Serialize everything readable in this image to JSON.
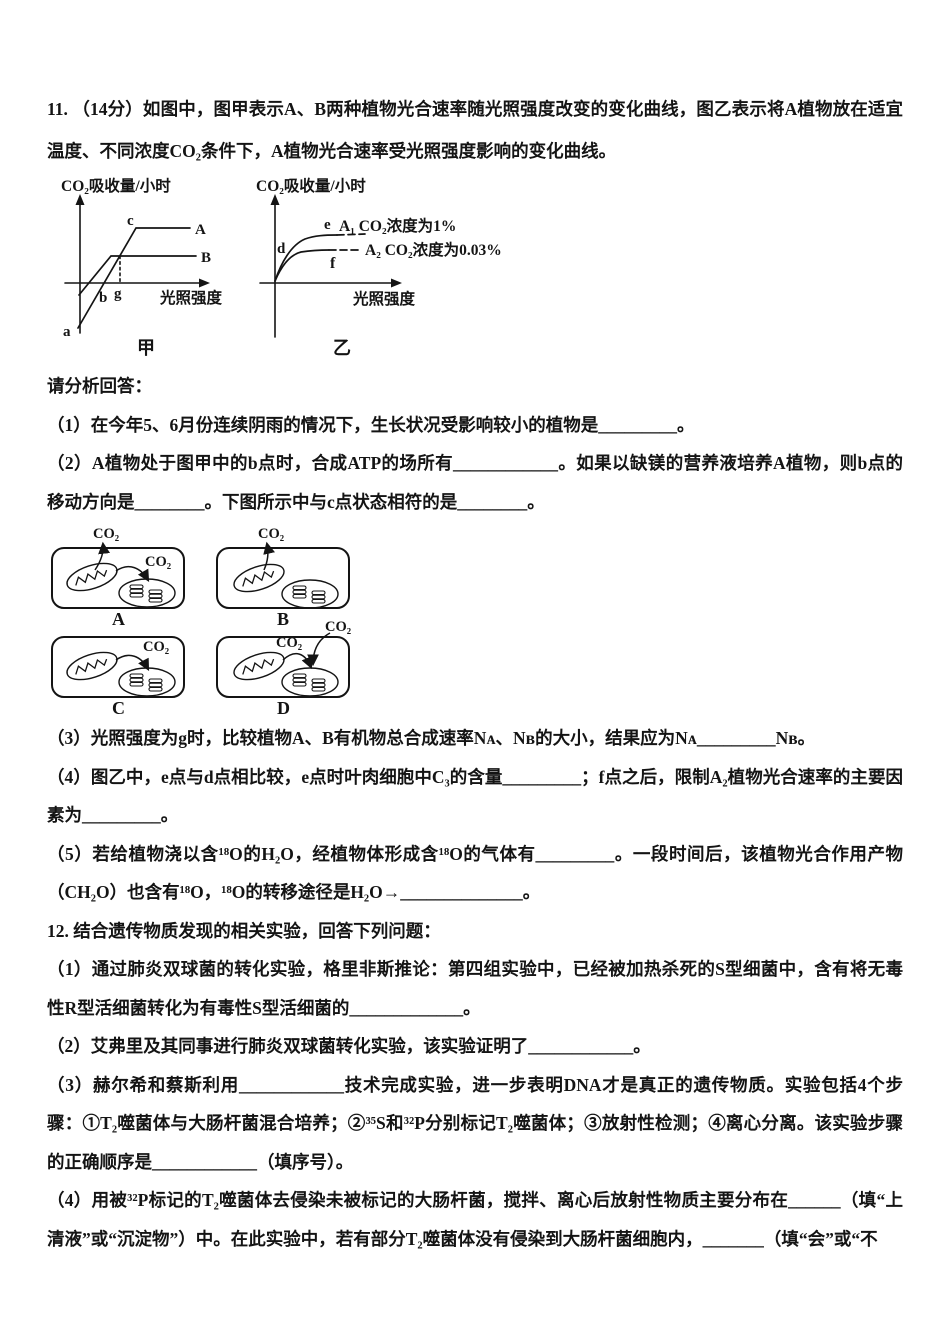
{
  "q11": {
    "stem": "11. （14分）如图中，图甲表示A、B两种植物光合速率随光照强度改变的变化曲线，图乙表示将A植物放在适宜温度、不同浓度CO₂条件下，A植物光合速率受光照强度影响的变化曲线。",
    "prompt": "请分析回答：",
    "item1": "（1）在今年5、6月份连续阴雨的情况下，生长状况受影响较小的植物是_________。",
    "item2": "（2）A植物处于图甲中的b点时，合成ATP的场所有____________。如果以缺镁的营养液培养A植物，则b点的移动方向是________。下图所示中与c点状态相符的是________。",
    "item3": "（3）光照强度为g时，比较植物A、B有机物总合成速率Nᴀ、Nʙ的大小，结果应为Nᴀ_________Nʙ。",
    "item4": "（4）图乙中，e点与d点相比较，e点时叶肉细胞中C₃的含量_________；f点之后，限制A₂植物光合速率的主要因素为_________。",
    "item5": "（5）若给植物浇以含¹⁸O的H₂O，经植物体形成含¹⁸O的气体有_________。一段时间后，该植物光合作用产物（CH₂O）也含有¹⁸O，¹⁸O的转移途径是H₂O→______________。"
  },
  "q12": {
    "stem": "12. 结合遗传物质发现的相关实验，回答下列问题：",
    "item1": "（1）通过肺炎双球菌的转化实验，格里非斯推论：第四组实验中，已经被加热杀死的S型细菌中，含有将无毒性R型活细菌转化为有毒性S型活细菌的_____________。",
    "item2": "（2）艾弗里及其同事进行肺炎双球菌转化实验，该实验证明了____________。",
    "item3": "（3）赫尔希和蔡斯利用____________技术完成实验，进一步表明DNA才是真正的遗传物质。实验包括4个步骤：①T₂噬菌体与大肠杆菌混合培养；②³⁵S和³²P分别标记T₂噬菌体；③放射性检测；④离心分离。该实验步骤的正确顺序是____________（填序号）。",
    "item4": "（4）用被³²P标记的T₂噬菌体去侵染未被标记的大肠杆菌，搅拌、离心后放射性物质主要分布在______（填“上清液”或“沉淀物”）中。在此实验中，若有部分T₂噬菌体没有侵染到大肠杆菌细胞内，_______（填“会”或“不"
  },
  "fig_jia": {
    "y_axis": "CO₂吸收量/小时",
    "x_axis": "光照强度",
    "caption": "甲",
    "curve_a": "A",
    "curve_b": "B",
    "pt_a": "a",
    "pt_b": "b",
    "pt_c": "c",
    "pt_g": "g"
  },
  "fig_yi": {
    "y_axis": "CO₂吸收量/小时",
    "x_axis": "光照强度",
    "caption": "乙",
    "pt_d": "d",
    "pt_e": "e",
    "pt_f": "f",
    "curve1_label": "A₁ CO₂浓度为1%",
    "curve2_label": "A₂ CO₂浓度为0.03%"
  },
  "fig_cells": {
    "co2": "CO₂",
    "cell_a": "A",
    "cell_b": "B",
    "cell_c": "C",
    "cell_d": "D"
  }
}
